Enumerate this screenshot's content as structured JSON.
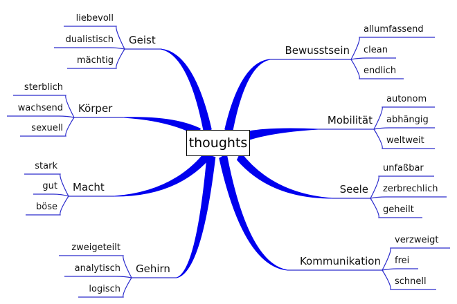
{
  "center": {
    "label": "thoughts"
  },
  "colors": {
    "branch": "#0000ee",
    "line": "#2a2acc",
    "text": "#111111"
  },
  "branches": [
    {
      "id": "geist",
      "label": "Geist",
      "side": "left",
      "children": [
        "liebevoll",
        "dualistisch",
        "mächtig"
      ]
    },
    {
      "id": "koerper",
      "label": "Körper",
      "side": "left",
      "children": [
        "sterblich",
        "wachsend",
        "sexuell"
      ]
    },
    {
      "id": "macht",
      "label": "Macht",
      "side": "left",
      "children": [
        "stark",
        "gut",
        "böse"
      ]
    },
    {
      "id": "gehirn",
      "label": "Gehirn",
      "side": "left",
      "children": [
        "zweigeteilt",
        "analytisch",
        "logisch"
      ]
    },
    {
      "id": "bewusstsein",
      "label": "Bewusstsein",
      "side": "right",
      "children": [
        "allumfassend",
        "clean",
        "endlich"
      ]
    },
    {
      "id": "mobilitaet",
      "label": "Mobilität",
      "side": "right",
      "children": [
        "autonom",
        "abhängig",
        "weltweit"
      ]
    },
    {
      "id": "seele",
      "label": "Seele",
      "side": "right",
      "children": [
        "unfaßbar",
        "zerbrechlich",
        "geheilt"
      ]
    },
    {
      "id": "kommunikation",
      "label": "Kommunikation",
      "side": "right",
      "children": [
        "verzweigt",
        "frei",
        "schnell"
      ]
    }
  ]
}
